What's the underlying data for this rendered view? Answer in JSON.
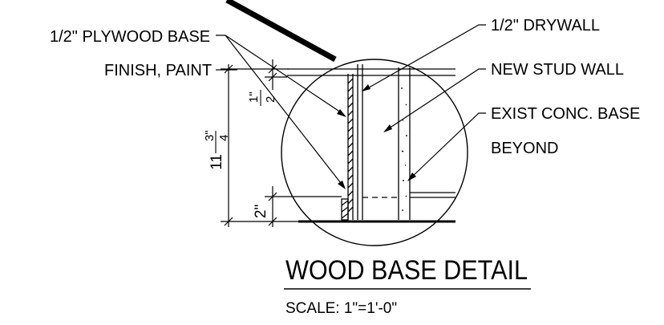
{
  "labels": {
    "plywood_base": "1/2\" PLYWOOD BASE",
    "finish_paint": "FINISH, PAINT",
    "drywall": "1/2\" DRYWALL",
    "new_stud_wall": "NEW STUD WALL",
    "exist_conc_base_line1": "EXIST CONC. BASE",
    "exist_conc_base_line2": "BEYOND"
  },
  "dimensions": {
    "overall_whole": "11",
    "overall_num": "3\"",
    "overall_den": "4",
    "top_num": "1\"",
    "top_den": "2",
    "base": "2\""
  },
  "title": "WOOD BASE DETAIL",
  "scale": "SCALE: 1\"=1'-0\""
}
